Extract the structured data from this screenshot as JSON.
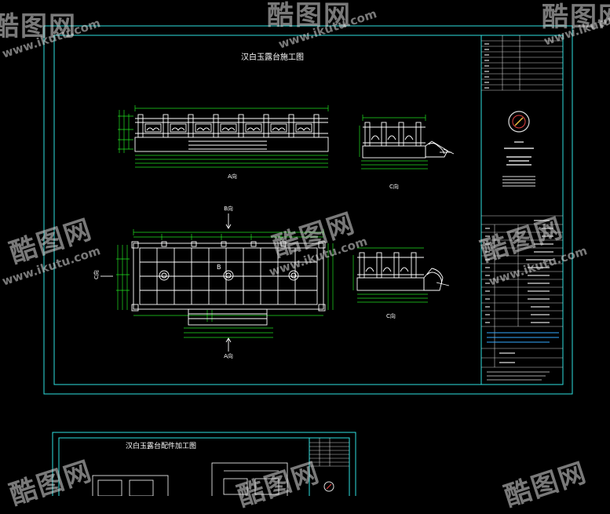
{
  "sheet1": {
    "title": "汉白玉露台施工图",
    "view_a": "A向",
    "view_b": "B向",
    "view_c": "C向",
    "plan_b_marker": "B",
    "plan_a_arrow": "A向",
    "plan_c_arrow": "C向"
  },
  "sheet2": {
    "title": "汉白玉露台配件加工图"
  },
  "watermark": {
    "logo": "酷图网",
    "url": "www.ikutu.com"
  },
  "colors": {
    "frame": "#2ee0e0",
    "line": "#ffffff",
    "dim": "#20e020",
    "background": "#000000"
  }
}
